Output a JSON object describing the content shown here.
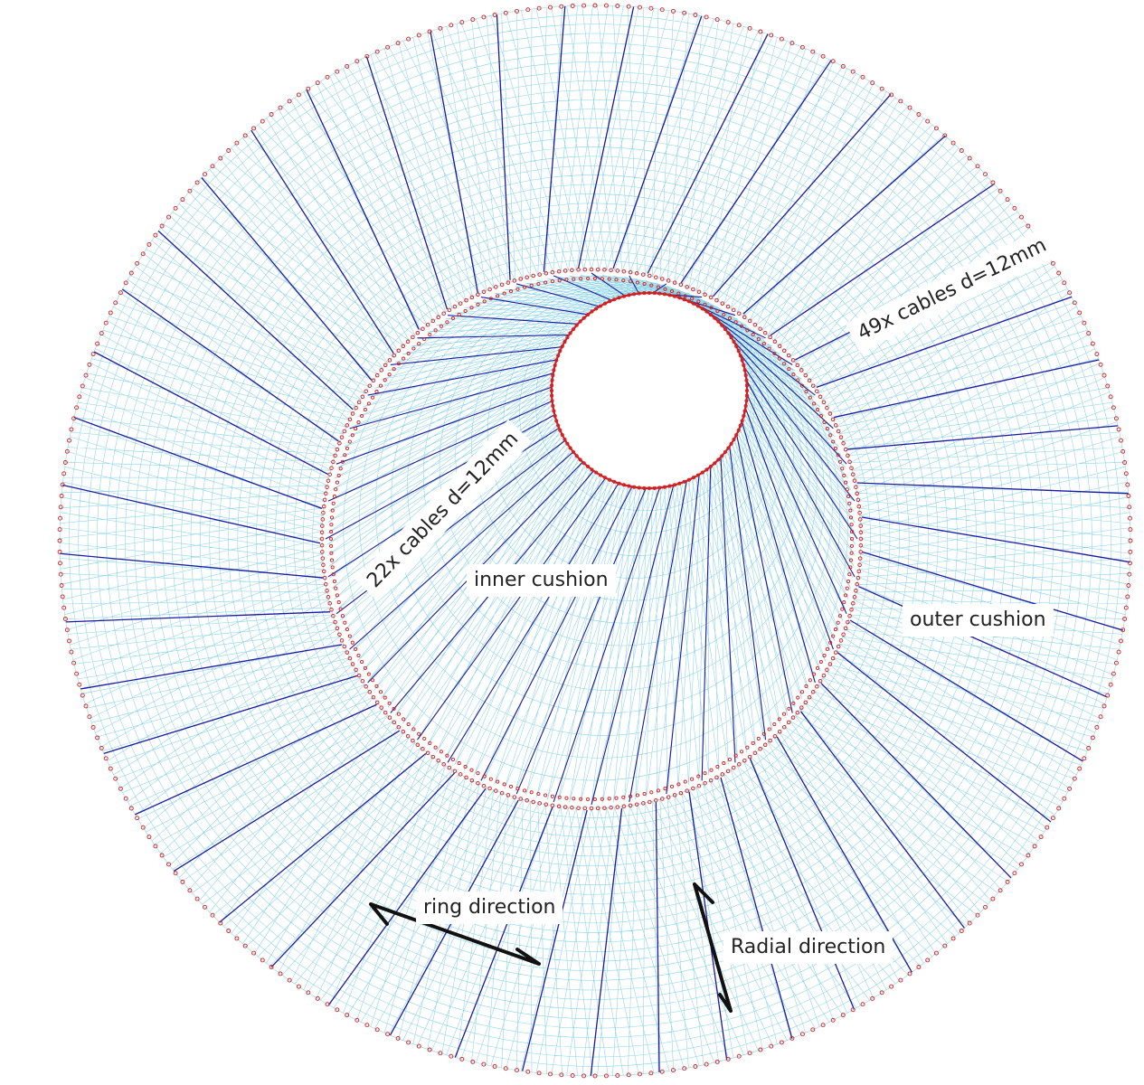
{
  "labels": {
    "outer_cables": "49x cables d=12mm",
    "inner_cables": "22x cables d=12mm",
    "inner_cushion": "inner cushion",
    "outer_cushion": "outer cushion",
    "ring_direction": "ring direction",
    "radial_direction": "Radial direction"
  },
  "structure": {
    "outer_cable_count": 49,
    "inner_cable_count": 22
  },
  "colors": {
    "mesh": "#7fd0e6",
    "cable": "#1a1aa0",
    "boundary_node": "#d21f1f",
    "arrow": "#111111",
    "background": "#ffffff"
  }
}
